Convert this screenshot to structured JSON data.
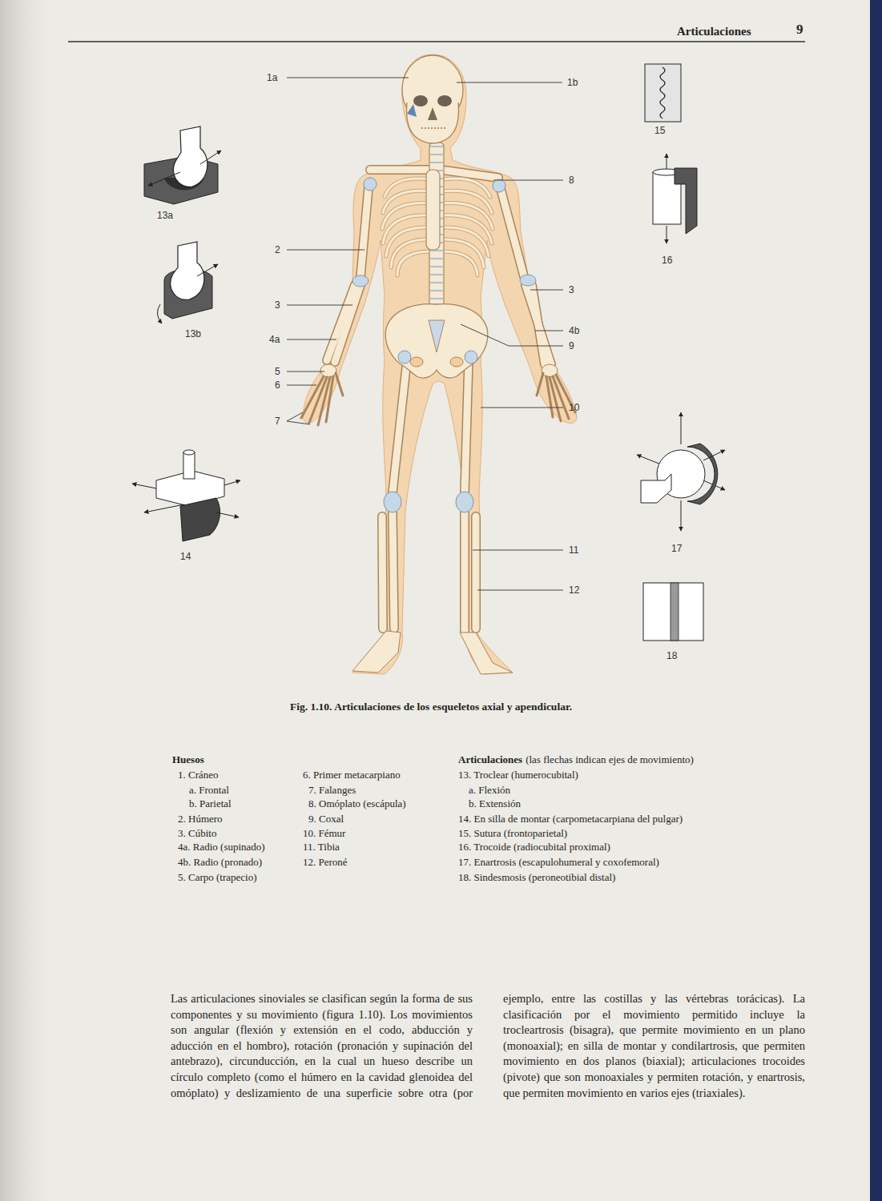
{
  "diagram": {
    "caption": "Fig. 1.10. Articulaciones de los esqueletos axial y apendicular.",
    "labels": [
      "Articulaciones",
      "9",
      "1a",
      "1b",
      "13a",
      "15",
      "8",
      "16",
      "2",
      "3",
      "3",
      "13b",
      "4a",
      "4b",
      "9",
      "5",
      "6",
      "7",
      "10",
      "14",
      "17",
      "11",
      "12",
      "18",
      "Huesos",
      "1. Cráneo",
      "a. Frontal",
      "b. Parietal",
      "2. Húmero",
      "3. Cúbito",
      "4a. Radio (supinado)",
      "4b. Radio (pronado)",
      "5. Carpo (trapecio)",
      "6. Primer metacarpiano",
      "7. Falanges",
      "8. Omóplato (escápula)",
      "9. Coxal",
      "10. Fémur",
      "11. Tibia",
      "12. Peroné",
      "Articulaciones",
      "(las flechas indican ejes de movimiento)",
      "13. Troclear (humerocubital)",
      "a. Flexión",
      "b. Extensión",
      "14. En silla de montar (carpometacarpiana del pulgar)",
      "15. Sutura (frontoparietal)",
      "16. Trocoide (radiocubital proximal)",
      "17. Enartrosis (escapulohumeral y coxofemoral)",
      "18. Sindesmosis (peroneotibial distal)",
      "Las articulaciones sinoviales se clasifican según la forma de sus componentes y su movimiento (figura 1.10). Los movimientos son angular (flexión y extensión en el codo, abducción y aducción en el hombro), rotación (pronación y supinación del antebrazo), circunducción, en la cual un hueso describe un círculo completo (como el húmero en la cavidad glenoidea del omóplato) y deslizamiento de una superficie sobre otra (por ejemplo, entre las costillas y las vértebras torácicas). La clasificación por el movimiento permitido incluye la trocleartrosis (bisagra), que permite movimiento en un plano (monoaxial); en silla de montar y condilartrosis, que permiten movimiento en dos planos (biaxial); articulaciones trocoides (pivote) que son monoaxiales y permiten rotación, y enartrosis, que permiten movimiento en varios ejes (triaxiales)."
    ]
  }
}
